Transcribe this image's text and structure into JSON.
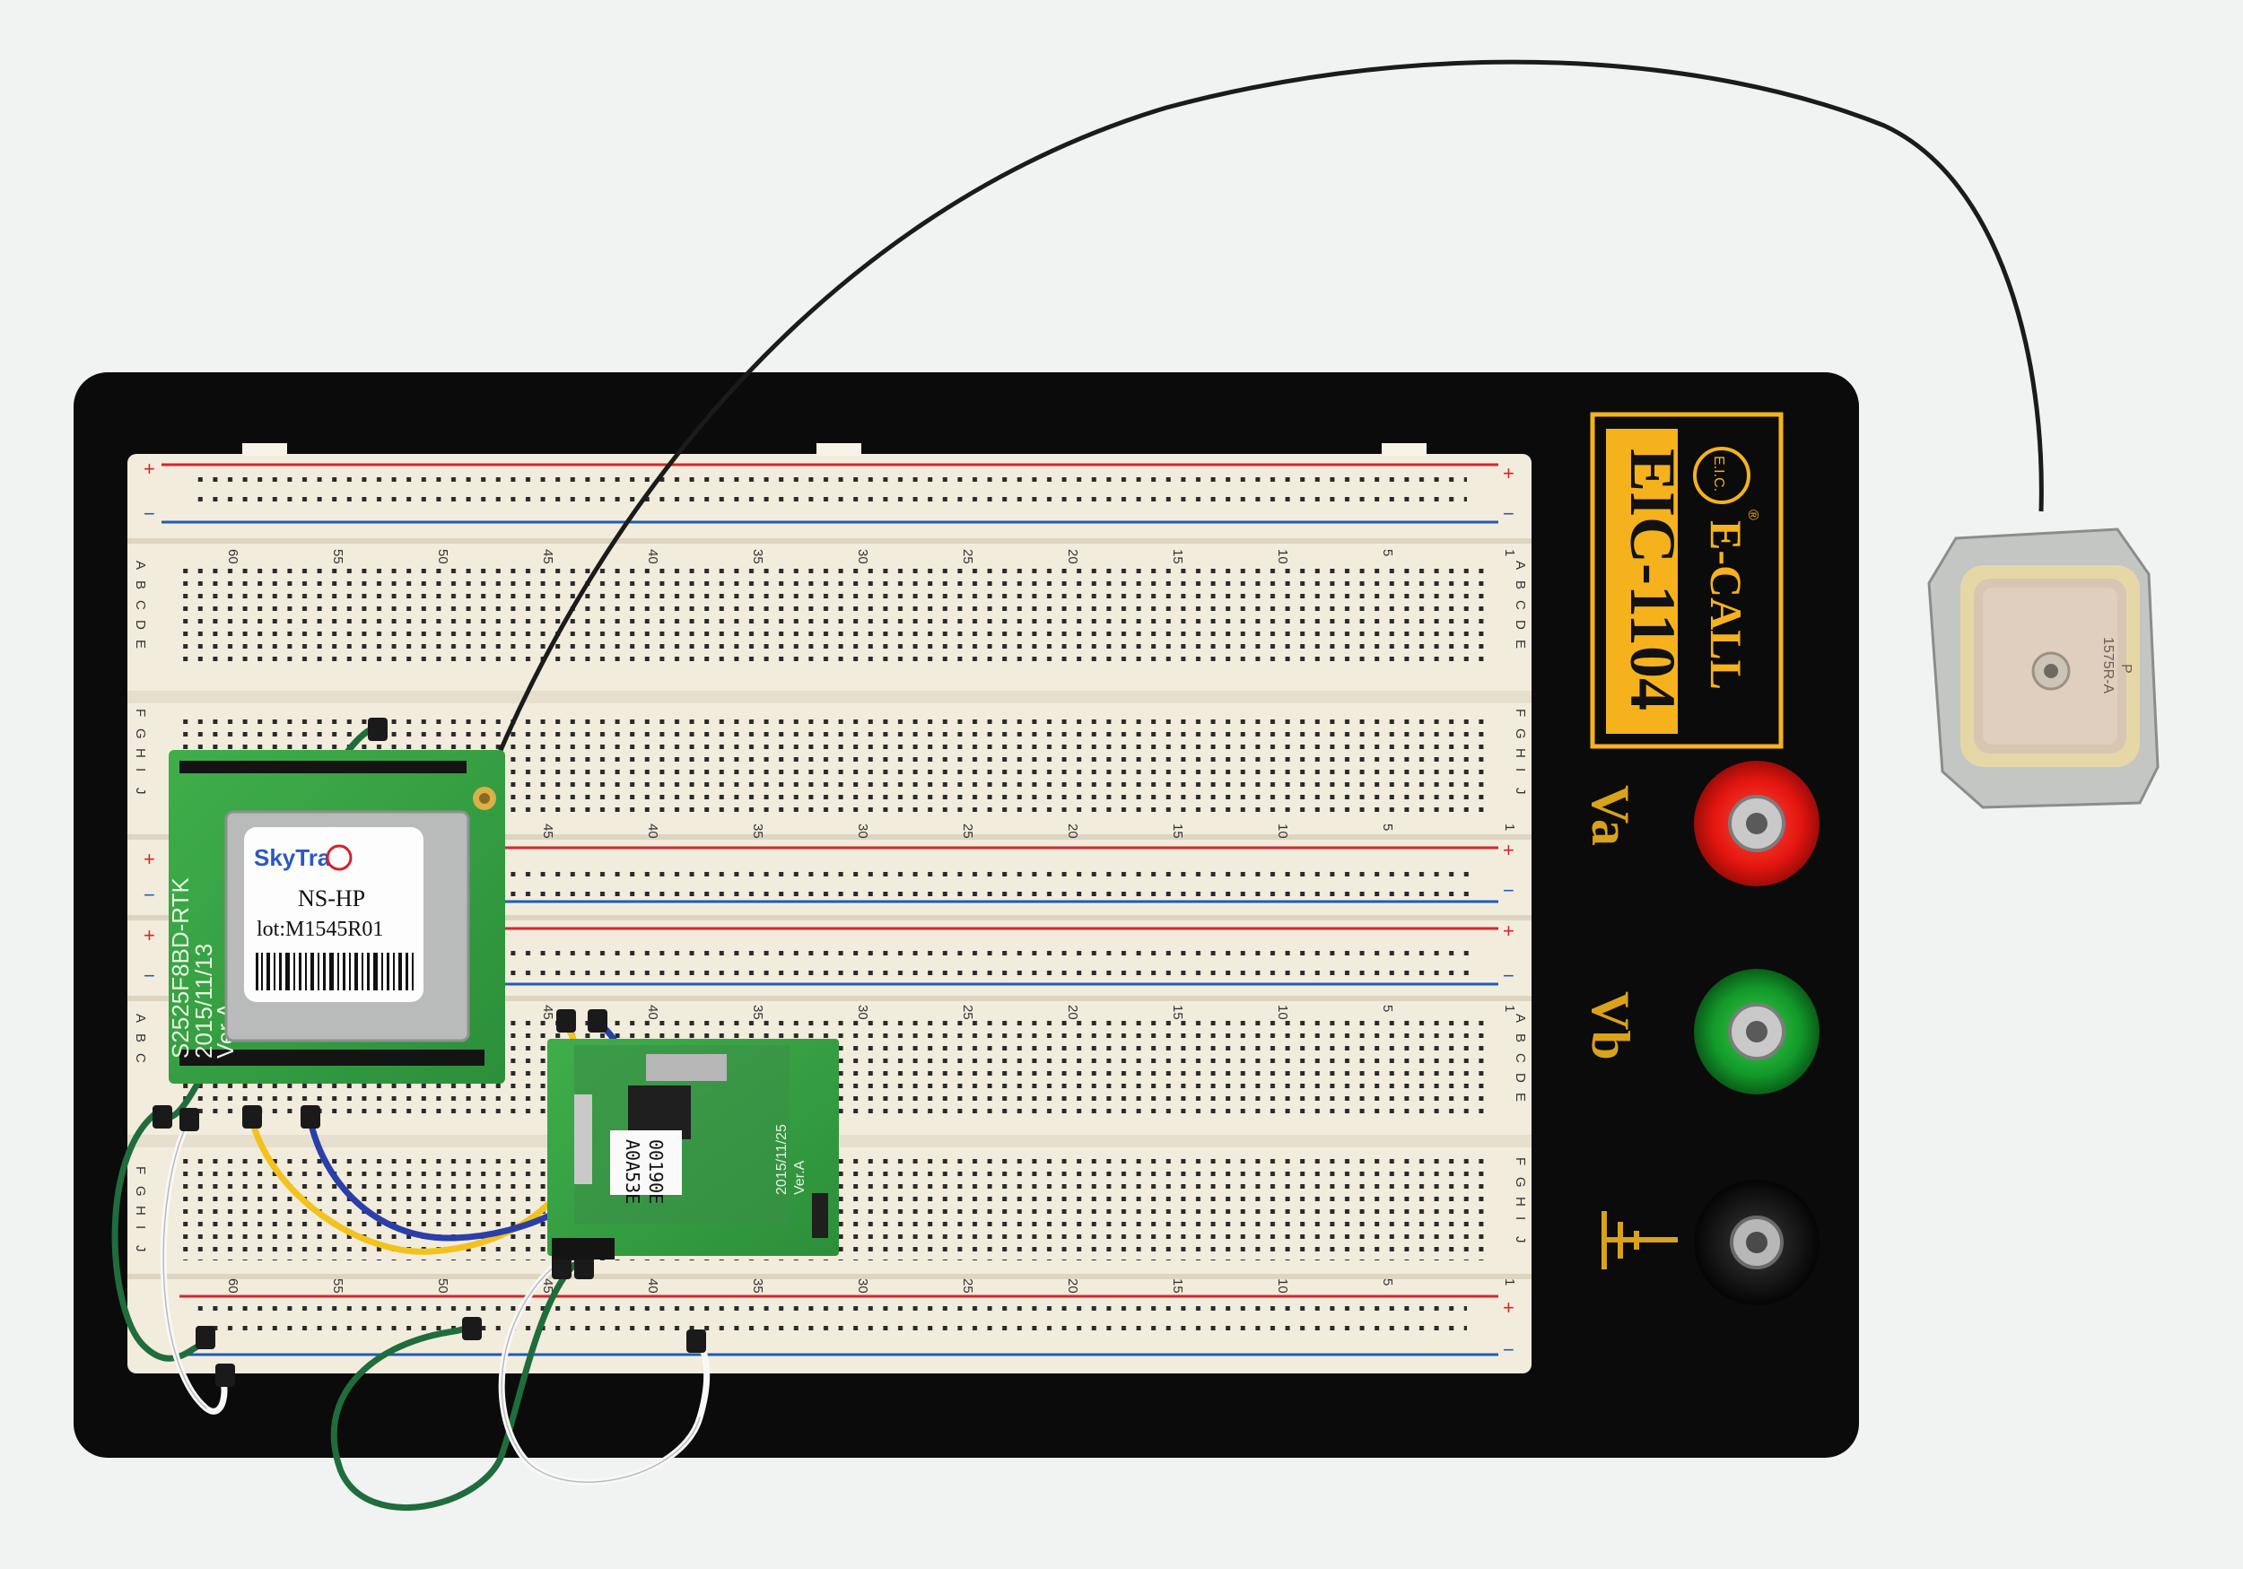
{
  "board": {
    "brand": "E-CALL",
    "logo_mark": "E.I.C.",
    "registered": "®",
    "model": "EIC-1104",
    "terminal_a": "Va",
    "terminal_b": "Vb",
    "ground_symbol": "⏚",
    "colors": {
      "base": "#0b0b0b",
      "plate": "#f2ecdd",
      "accent": "#f5b21c",
      "red_rail": "#d7262b",
      "blue_rail": "#1f5bb8"
    }
  },
  "breadboard": {
    "rail_plus": "+",
    "rail_minus": "−",
    "row_letters_top": [
      "A",
      "B",
      "C",
      "D",
      "E"
    ],
    "row_letters_bottom": [
      "F",
      "G",
      "H",
      "I",
      "J"
    ],
    "column_numbers": [
      "60",
      "55",
      "50",
      "45",
      "40",
      "35",
      "30",
      "25",
      "20",
      "15",
      "10",
      "5",
      "1"
    ]
  },
  "gnss_module": {
    "logo": "SkyTra",
    "product": "NS-HP",
    "lot": "lot:M1545R01",
    "board_print": "S2525F8BD-RTK",
    "date_print": "2015/11/13",
    "rev_print": "Ver.A"
  },
  "radio_module": {
    "label_line1": "A0A53E",
    "label_line2": "00190E",
    "date_print": "2015/11/25",
    "rev_print": "Ver.A"
  },
  "antenna": {
    "marking": "1575R-A",
    "sub_marking": "P"
  }
}
